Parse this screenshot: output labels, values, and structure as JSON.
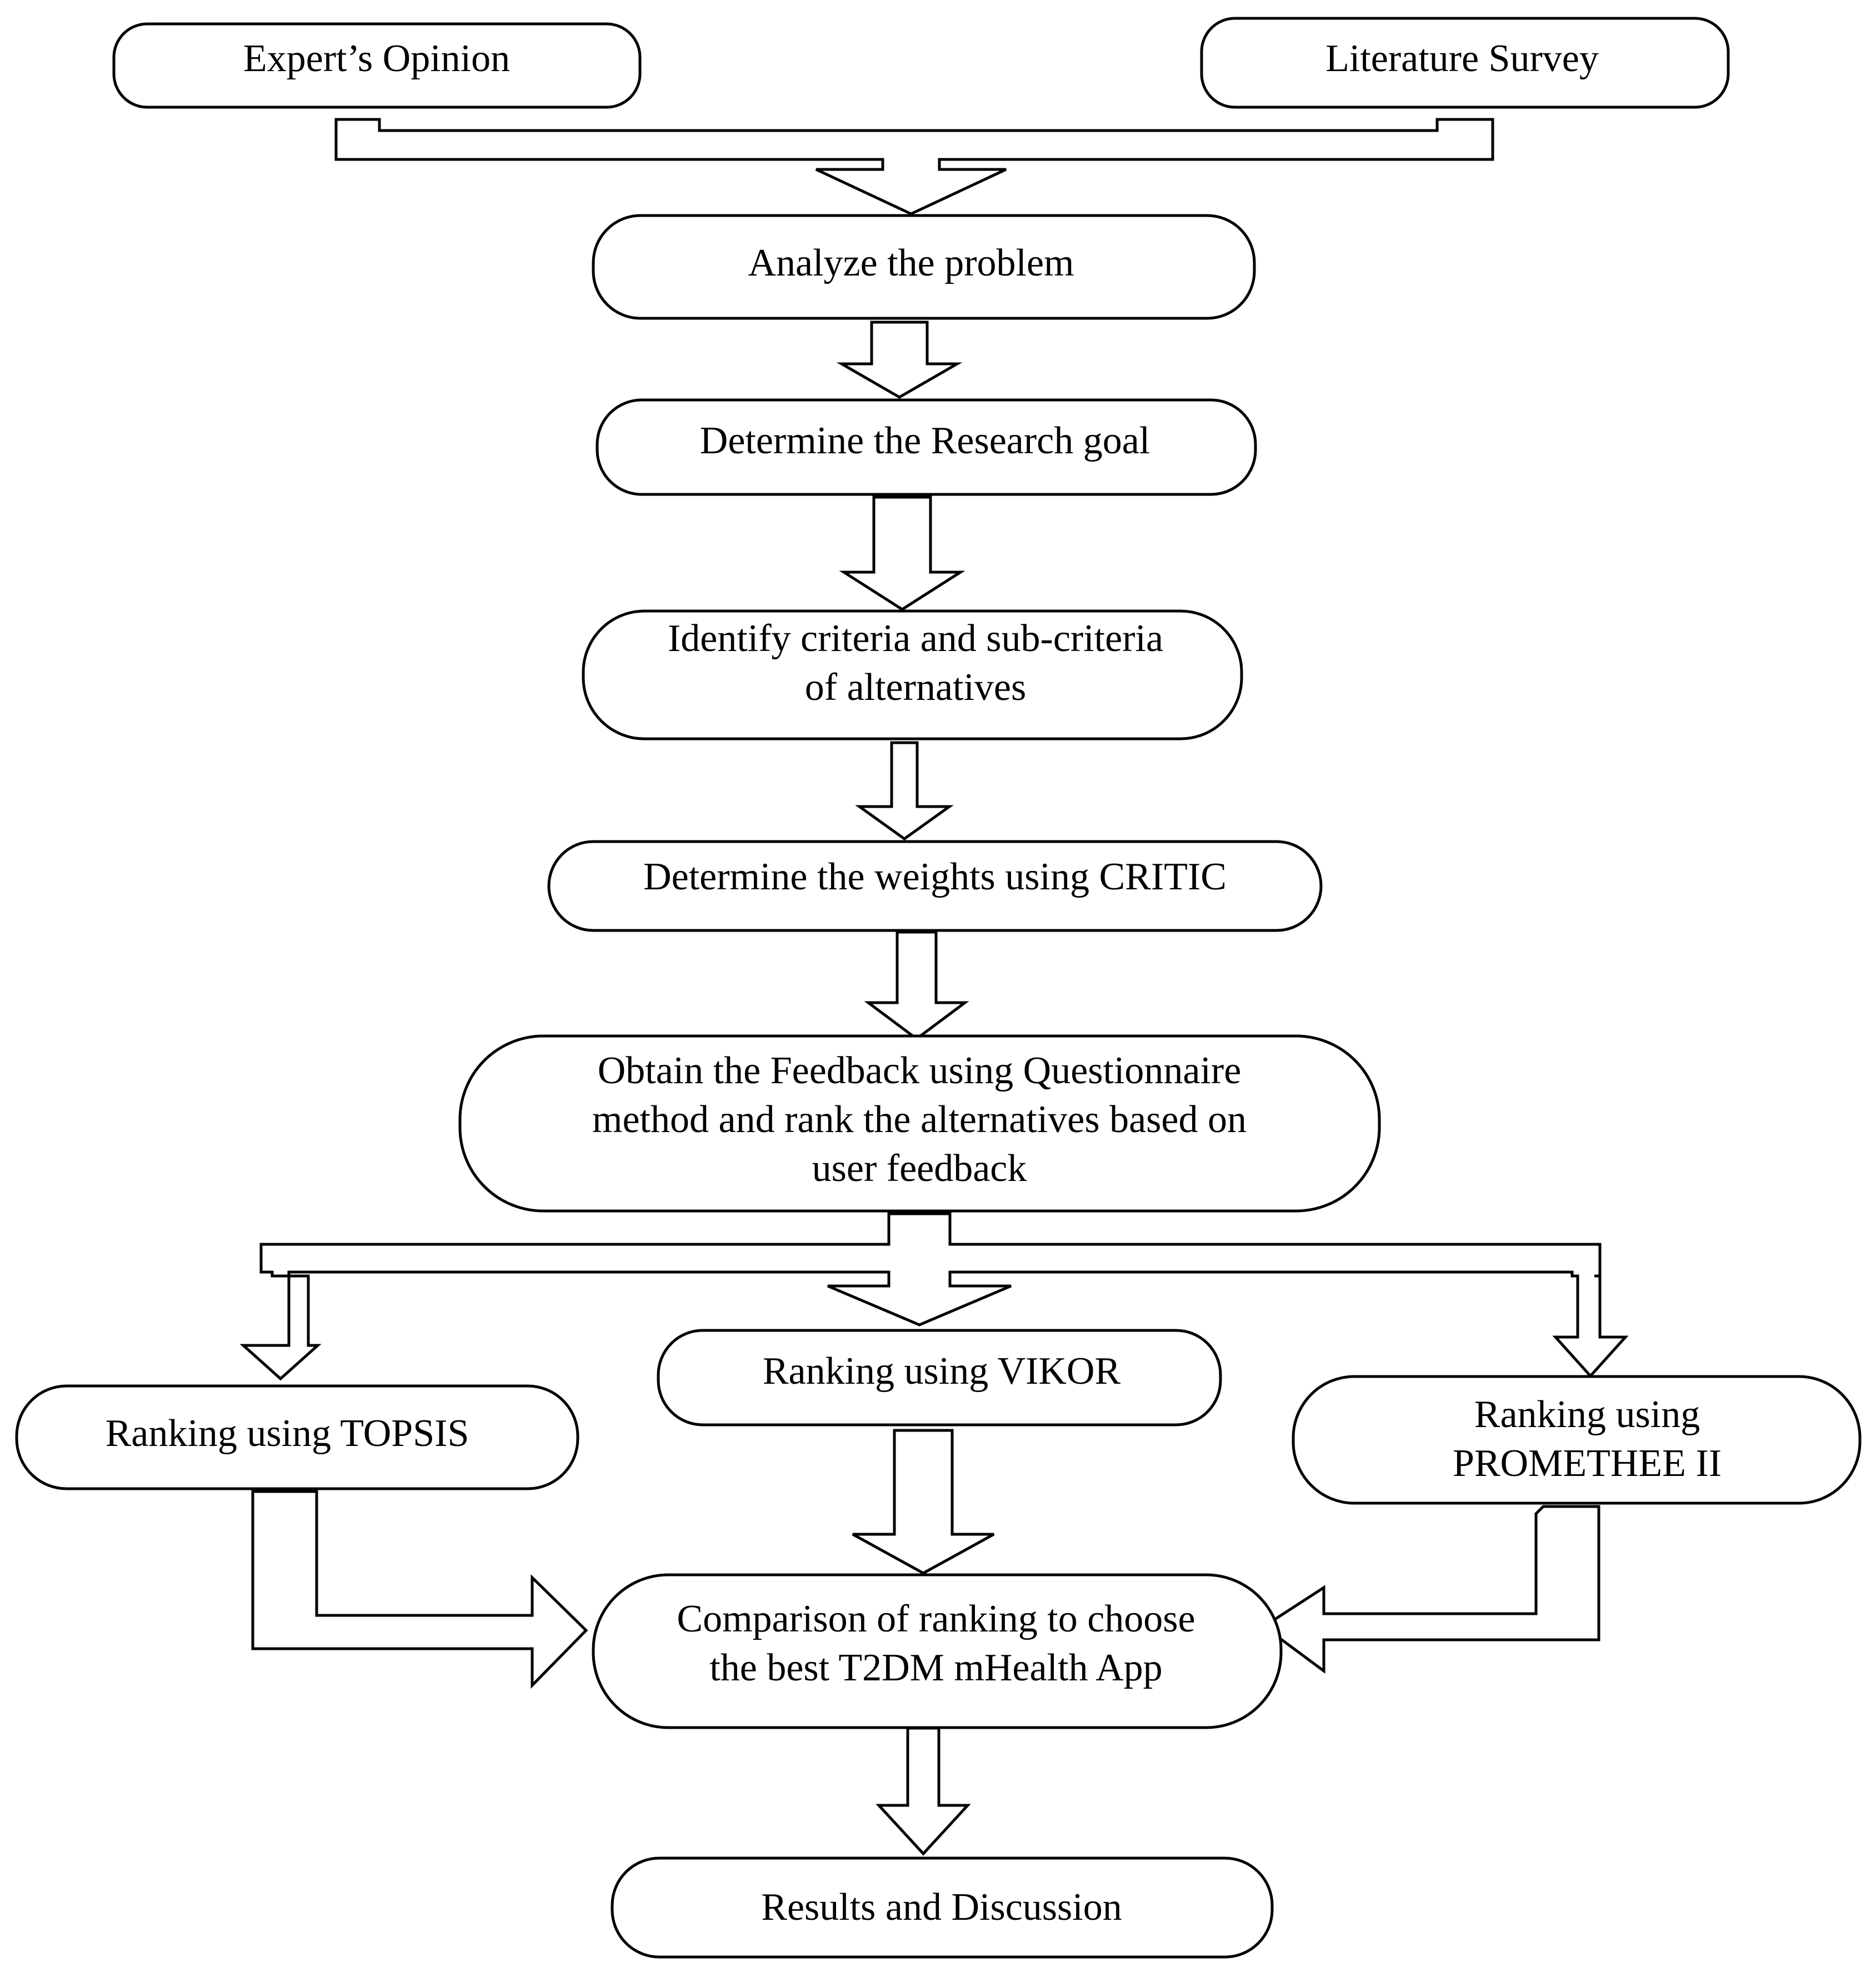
{
  "colors": {
    "stroke": "#000000",
    "fill": "#ffffff"
  },
  "nodes": {
    "expert_opinion": {
      "lines": [
        "Expert’s Opinion"
      ]
    },
    "literature_survey": {
      "lines": [
        "Literature Survey"
      ]
    },
    "analyze_problem": {
      "lines": [
        "Analyze the problem"
      ]
    },
    "research_goal": {
      "lines": [
        "Determine the Research goal"
      ]
    },
    "identify_criteria": {
      "lines": [
        "Identify criteria and sub-criteria",
        "of alternatives"
      ]
    },
    "critic_weights": {
      "lines": [
        "Determine the weights using CRITIC"
      ]
    },
    "obtain_feedback": {
      "lines": [
        "Obtain the Feedback using Questionnaire",
        "method and rank the alternatives based on",
        "user feedback"
      ]
    },
    "topsis": {
      "lines": [
        "Ranking using TOPSIS"
      ]
    },
    "vikor": {
      "lines": [
        "Ranking using VIKOR"
      ]
    },
    "promethee": {
      "lines": [
        "Ranking using",
        "PROMETHEE II"
      ]
    },
    "comparison": {
      "lines": [
        "Comparison of ranking to choose",
        "the best T2DM mHealth App"
      ]
    },
    "results": {
      "lines": [
        "Results and Discussion"
      ]
    }
  },
  "edges": [
    {
      "from": [
        "expert_opinion",
        "literature_survey"
      ],
      "to": "analyze_problem"
    },
    {
      "from": "analyze_problem",
      "to": "research_goal"
    },
    {
      "from": "research_goal",
      "to": "identify_criteria"
    },
    {
      "from": "identify_criteria",
      "to": "critic_weights"
    },
    {
      "from": "critic_weights",
      "to": "obtain_feedback"
    },
    {
      "from": "obtain_feedback",
      "to": [
        "topsis",
        "vikor",
        "promethee"
      ]
    },
    {
      "from": [
        "topsis",
        "vikor",
        "promethee"
      ],
      "to": "comparison"
    },
    {
      "from": "comparison",
      "to": "results"
    }
  ]
}
